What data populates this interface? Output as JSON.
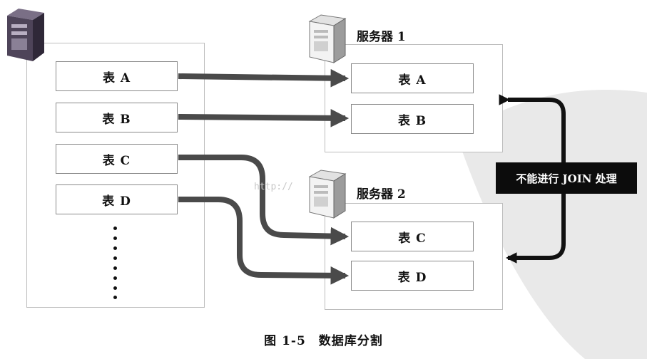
{
  "source": {
    "tables": [
      "表 A",
      "表 B",
      "表 C",
      "表 D"
    ]
  },
  "server1": {
    "label": "服务器 1",
    "tables": [
      "表 A",
      "表 B"
    ]
  },
  "server2": {
    "label": "服务器 2",
    "tables": [
      "表 C",
      "表 D"
    ]
  },
  "join_note": "不能进行 JOIN 处理",
  "caption": "图 1-5　数据库分割",
  "watermark": "http://",
  "colors": {
    "arrow": "#4a4a4a",
    "join_box": "#0c0c0c",
    "box_border": "#9a9a9a"
  }
}
